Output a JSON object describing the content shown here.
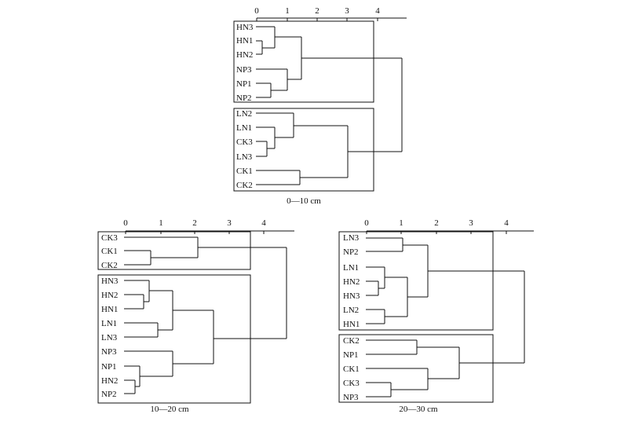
{
  "panels": [
    {
      "caption": "0—10 cm",
      "ticks": [
        "0",
        "1",
        "2",
        "3",
        "4"
      ],
      "groups": [
        [
          "HN3",
          "HN1",
          "HN2",
          "NP3",
          "NP1",
          "NP2"
        ],
        [
          "LN2",
          "LN1",
          "CK3",
          "LN3",
          "CK1",
          "CK2"
        ]
      ]
    },
    {
      "caption": "10—20 cm",
      "ticks": [
        "0",
        "1",
        "2",
        "3",
        "4"
      ],
      "groups": [
        [
          "CK3",
          "CK1",
          "CK2"
        ],
        [
          "HN3",
          "HN2",
          "HN1",
          "LN1",
          "LN3",
          "NP3",
          "NP1",
          "HN2",
          "NP2"
        ]
      ]
    },
    {
      "caption": "20—30 cm",
      "ticks": [
        "0",
        "1",
        "2",
        "3",
        "4"
      ],
      "groups": [
        [
          "LN3",
          "NP2",
          "LN1",
          "HN2",
          "HN3",
          "LN2",
          "HN1"
        ],
        [
          "CK2",
          "NP1",
          "CK1",
          "CK3",
          "NP3"
        ]
      ]
    }
  ]
}
